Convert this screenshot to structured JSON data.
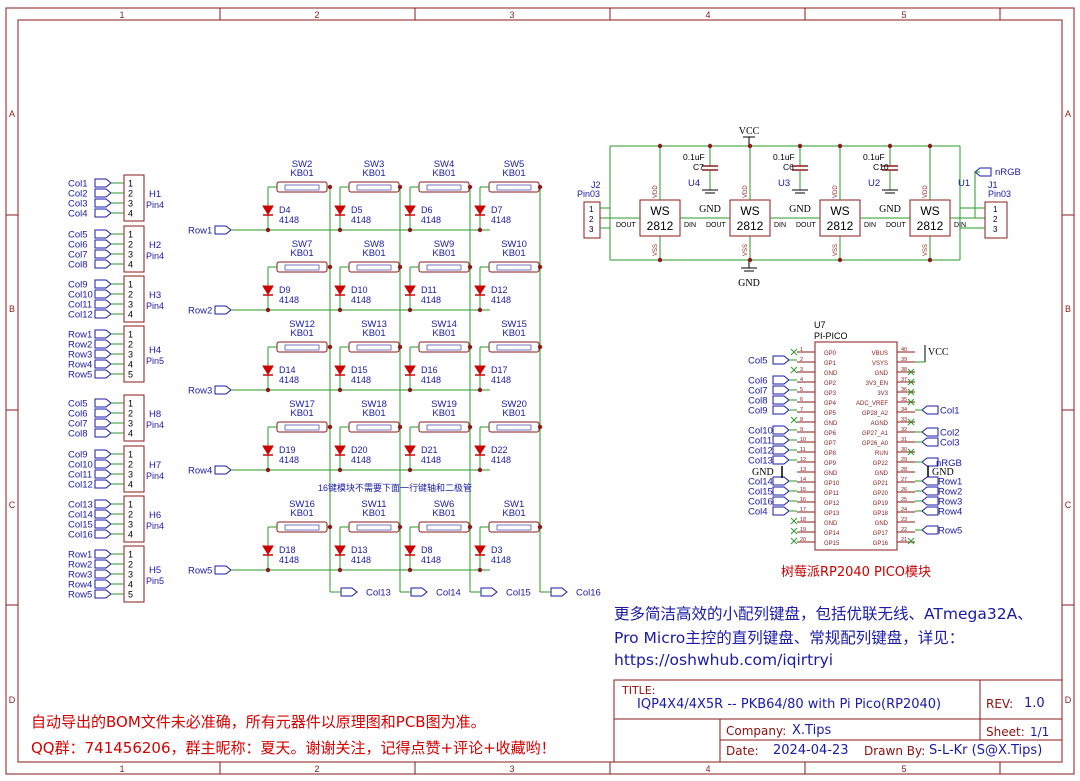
{
  "border": {
    "cols": [
      "1",
      "2",
      "3",
      "4",
      "5"
    ],
    "rows": [
      "A",
      "B",
      "C",
      "D"
    ]
  },
  "headers": [
    {
      "id": "H1",
      "value": "Pin4",
      "pins": [
        "Col1",
        "Col2",
        "Col3",
        "Col4"
      ]
    },
    {
      "id": "H2",
      "value": "Pin4",
      "pins": [
        "Col5",
        "Col6",
        "Col7",
        "Col8"
      ]
    },
    {
      "id": "H3",
      "value": "Pin4",
      "pins": [
        "Col9",
        "Col10",
        "Col11",
        "Col12"
      ]
    },
    {
      "id": "H4",
      "value": "Pin5",
      "pins": [
        "Row1",
        "Row2",
        "Row3",
        "Row4",
        "Row5"
      ]
    },
    {
      "id": "H8",
      "value": "Pin4",
      "pins": [
        "Col5",
        "Col6",
        "Col7",
        "Col8"
      ]
    },
    {
      "id": "H7",
      "value": "Pin4",
      "pins": [
        "Col9",
        "Col10",
        "Col11",
        "Col12"
      ]
    },
    {
      "id": "H6",
      "value": "Pin4",
      "pins": [
        "Col13",
        "Col14",
        "Col15",
        "Col16"
      ]
    },
    {
      "id": "H5",
      "value": "Pin5",
      "pins": [
        "Row1",
        "Row2",
        "Row3",
        "Row4",
        "Row5"
      ]
    }
  ],
  "matrix": {
    "rows": [
      "Row1",
      "Row2",
      "Row3",
      "Row4",
      "Row5"
    ],
    "switch_value": "KB01",
    "diode_value": "4148",
    "switches": [
      [
        "SW2",
        "SW3",
        "SW4",
        "SW5"
      ],
      [
        "SW7",
        "SW8",
        "SW9",
        "SW10"
      ],
      [
        "SW12",
        "SW13",
        "SW14",
        "SW15"
      ],
      [
        "SW17",
        "SW18",
        "SW19",
        "SW20"
      ],
      [
        "SW16",
        "SW11",
        "SW6",
        "SW1"
      ]
    ],
    "diodes": [
      [
        "D4",
        "D5",
        "D6",
        "D7"
      ],
      [
        "D9",
        "D10",
        "D11",
        "D12"
      ],
      [
        "D14",
        "D15",
        "D16",
        "D17"
      ],
      [
        "D19",
        "D20",
        "D21",
        "D22"
      ],
      [
        "D18",
        "D13",
        "D8",
        "D3"
      ]
    ],
    "col_ports": [
      "Col13",
      "Col14",
      "Col15",
      "Col16"
    ],
    "note": "16键模块不需要下面一行键轴和二极管"
  },
  "leds": {
    "vcc": "VCC",
    "gnd": "GND",
    "chips": [
      {
        "ref": "U4",
        "l1": "WS",
        "l2": "2812",
        "left": "DOUT",
        "right": "DIN"
      },
      {
        "ref": "U3",
        "l1": "WS",
        "l2": "2812",
        "left": "DOUT",
        "right": "DIN"
      },
      {
        "ref": "U2",
        "l1": "WS",
        "l2": "2812",
        "left": "DOUT",
        "right": "DIN"
      },
      {
        "ref": "U1",
        "l1": "WS",
        "l2": "2812",
        "left": "DOUT",
        "right": "DIN"
      }
    ],
    "caps": [
      {
        "ref": "C7",
        "value": "0.1uF"
      },
      {
        "ref": "C6",
        "value": "0.1uF"
      },
      {
        "ref": "C10",
        "value": "0.1uF"
      }
    ],
    "pin_vdd": "VDD",
    "pin_vss": "VSS",
    "j1": {
      "ref": "J1",
      "value": "Pin03"
    },
    "j2": {
      "ref": "J2",
      "value": "Pin03"
    },
    "nrgb": "nRGB"
  },
  "pico": {
    "ref": "U7",
    "value": "PI-PICO",
    "caption": "树莓派RP2040 PICO模块",
    "left_pins": [
      "GP0",
      "GP1",
      "GND",
      "GP2",
      "GP3",
      "GP4",
      "GP5",
      "GND",
      "GP6",
      "GP7",
      "GP8",
      "GP9",
      "GND",
      "GP10",
      "GP11",
      "GP12",
      "GP13",
      "GND",
      "GP14",
      "GP15"
    ],
    "right_pins": [
      "VBUS",
      "VSYS",
      "GND",
      "3V3_EN",
      "3V3",
      "ADC_VREF",
      "GP28_A2",
      "AGND",
      "GP27_A1",
      "GP26_A0",
      "RUN",
      "GP22",
      "GND",
      "GP21",
      "GP20",
      "GP19",
      "GP18",
      "GND",
      "GP17",
      "GP16"
    ],
    "left_nets": [
      "",
      "",
      "",
      "Col5",
      "",
      "Col6",
      "Col7",
      "Col8",
      "Col9",
      "",
      "Col10",
      "Col11",
      "Col12",
      "Col13",
      "",
      "Col14",
      "Col15",
      "Col16",
      "Col4",
      "",
      ""
    ],
    "right_nets": {
      "vcc": "VCC",
      "col1": "Col1",
      "col2": "Col2",
      "col3": "Col3",
      "nrgb": "nRGB",
      "gnd_r": "GND",
      "gnd_l": "GND",
      "row1": "Row1",
      "row2": "Row2",
      "row3": "Row3",
      "row4": "Row4",
      "row5": "Row5"
    }
  },
  "info": {
    "line1": "更多简洁高效的小配列键盘，包括优联无线、ATmega32A、",
    "line2": "Pro Micro主控的直列键盘、常规配列键盘，详见：",
    "url": "https://oshwhub.com/iqirtryi"
  },
  "notes": {
    "bom": "自动导出的BOM文件未必准确，所有元器件以原理图和PCB图为准。",
    "qq": "QQ群：741456206，群主昵称：夏天。谢谢关注，记得点赞+评论+收藏哟！"
  },
  "title_block": {
    "title_label": "TITLE:",
    "title": "IQP4X4/4X5R -- PKB64/80 with Pi Pico(RP2040)",
    "rev_label": "REV:",
    "rev": "1.0",
    "company_label": "Company:",
    "company": "X.Tips",
    "sheet_label": "Sheet:",
    "sheet": "1/1",
    "date_label": "Date:",
    "date": "2024-04-23",
    "drawn_label": "Drawn By:",
    "drawn": "S-L-Kr (S@X.Tips)"
  }
}
